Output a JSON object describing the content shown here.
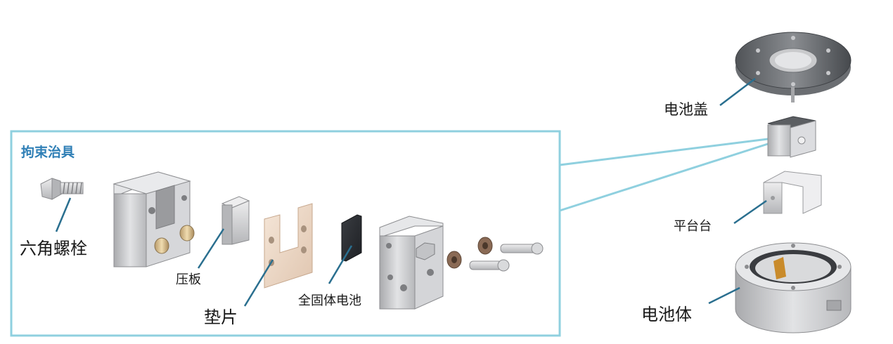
{
  "frame_title": "拘束治具",
  "labels": {
    "hex_bolt": "六角螺栓",
    "press_plate": "压板",
    "gasket": "垫片",
    "solid_battery": "全固体电池",
    "battery_cover": "电池盖",
    "platform": "平台台",
    "battery_body": "电池体"
  },
  "colors": {
    "frame_border": "#8fd0df",
    "title": "#2f7fb6",
    "leader_line": "#2a6f8f",
    "metal": "#c8c9cc",
    "copper": "#eed8c6",
    "cell": "#2a2c30",
    "bronze": "#8a6a55"
  }
}
